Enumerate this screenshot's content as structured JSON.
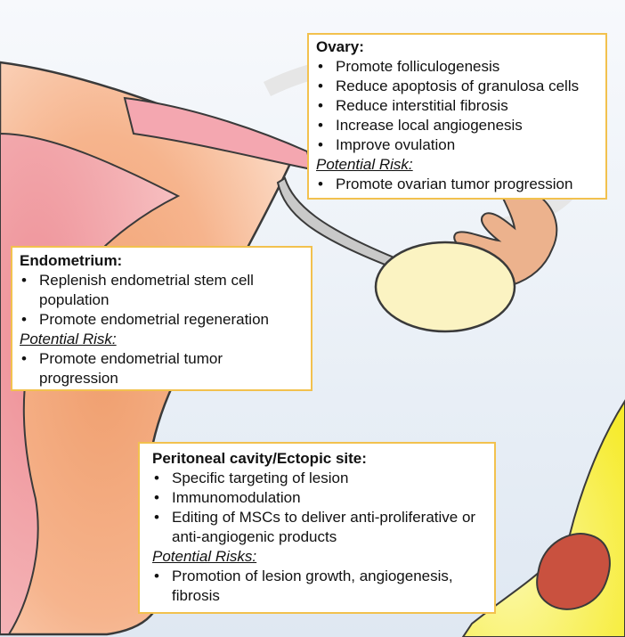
{
  "colors": {
    "border": "#f2c14e",
    "uterus_fill": "#f7b08a",
    "tube_fill": "#f3a3ad",
    "ovary_fill": "#fbf3c2",
    "hand_fill": "#ecb28d",
    "lesion_fill": "#c9513f",
    "peritoneum_fill": "#f8ef3a",
    "background": "#e9f0f7"
  },
  "ovary": {
    "title": "Ovary:",
    "items": [
      "Promote folliculogenesis",
      "Reduce apoptosis of granulosa cells",
      "Reduce interstitial fibrosis",
      "Increase local angiogenesis",
      "Improve ovulation"
    ],
    "risk_label": "Potential Risk:",
    "risk_items": [
      "Promote ovarian tumor progression"
    ]
  },
  "endometrium": {
    "title": "Endometrium:",
    "items": [
      "Replenish endometrial stem cell population",
      "Promote endometrial regeneration"
    ],
    "risk_label": "Potential Risk:",
    "risk_items": [
      "Promote endometrial tumor progression"
    ]
  },
  "peritoneal": {
    "title": "Peritoneal cavity/Ectopic site:",
    "items": [
      "Specific targeting of lesion",
      "Immunomodulation",
      "Editing of MSCs to deliver anti-proliferative or anti-angiogenic products"
    ],
    "risk_label": "Potential Risks:",
    "risk_items": [
      "Promotion of lesion growth, angiogenesis, fibrosis"
    ]
  }
}
